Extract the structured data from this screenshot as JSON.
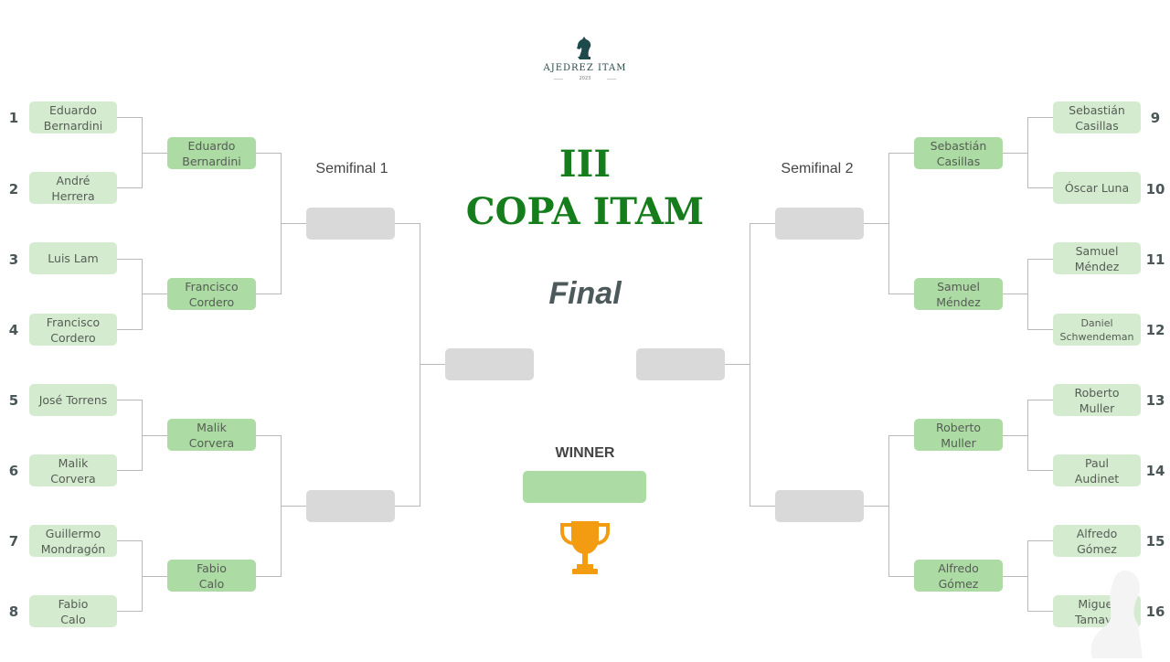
{
  "logo": {
    "text": "AJEDREZ ITAM",
    "year": "2023"
  },
  "title": {
    "line1": "III",
    "line2": "COPA ITAM"
  },
  "final_label": "Final",
  "semifinal1_label": "Semifinal 1",
  "semifinal2_label": "Semifinal 2",
  "winner_label": "WINNER",
  "colors": {
    "title": "#157d1b",
    "round1_box": "#d5ebd0",
    "round2_box": "#acdba3",
    "empty_box": "#d9d9d9",
    "trophy": "#f39c12"
  },
  "left_bracket": {
    "round1": [
      {
        "seed": "1",
        "name": "Eduardo\nBernardini"
      },
      {
        "seed": "2",
        "name": "André\nHerrera"
      },
      {
        "seed": "3",
        "name": "Luis Lam"
      },
      {
        "seed": "4",
        "name": "Francisco\nCordero"
      },
      {
        "seed": "5",
        "name": "José Torrens"
      },
      {
        "seed": "6",
        "name": "Malik\nCorvera"
      },
      {
        "seed": "7",
        "name": "Guillermo\nMondragón"
      },
      {
        "seed": "8",
        "name": "Fabio\nCalo"
      }
    ],
    "round2": [
      {
        "name": "Eduardo\nBernardini"
      },
      {
        "name": "Francisco\nCordero"
      },
      {
        "name": "Malik\nCorvera"
      },
      {
        "name": "Fabio\nCalo"
      }
    ]
  },
  "right_bracket": {
    "round1": [
      {
        "seed": "9",
        "name": "Sebastián\nCasillas"
      },
      {
        "seed": "10",
        "name": "Óscar Luna"
      },
      {
        "seed": "11",
        "name": "Samuel\nMéndez"
      },
      {
        "seed": "12",
        "name": "Daniel\nSchwendeman"
      },
      {
        "seed": "13",
        "name": "Roberto\nMuller"
      },
      {
        "seed": "14",
        "name": "Paul\nAudinet"
      },
      {
        "seed": "15",
        "name": "Alfredo\nGómez"
      },
      {
        "seed": "16",
        "name": "Miguel\nTamayo"
      }
    ],
    "round2": [
      {
        "name": "Sebastián\nCasillas"
      },
      {
        "name": "Samuel\nMéndez"
      },
      {
        "name": "Roberto\nMuller"
      },
      {
        "name": "Alfredo\nGómez"
      }
    ]
  },
  "icons": {
    "logo": "knight-chess-icon",
    "trophy": "trophy-icon"
  }
}
